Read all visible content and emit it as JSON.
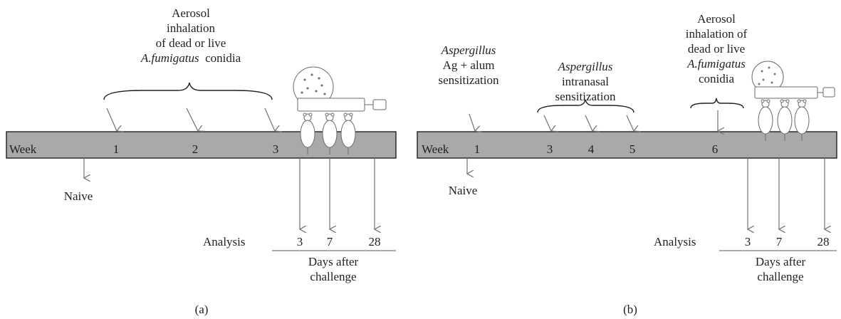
{
  "panel_a": {
    "label": "(a)",
    "timeline_label": "Week",
    "weeks": [
      "1",
      "2",
      "3"
    ],
    "top_note": [
      "Aerosol",
      "inhalation",
      "of dead or live"
    ],
    "top_note_species": "A.fumigatus",
    "top_note_species_suffix": "conidia",
    "naive": "Naive",
    "analysis": "Analysis",
    "days": [
      "3",
      "7",
      "28"
    ],
    "days_caption": [
      "Days after",
      "challenge"
    ]
  },
  "panel_b": {
    "label": "(b)",
    "timeline_label": "Week",
    "weeks": [
      "1",
      "3",
      "4",
      "5",
      "6"
    ],
    "note1_species": "Aspergillus",
    "note1_lines": [
      "Ag + alum",
      "sensitization"
    ],
    "note2_species": "Aspergillus",
    "note2_lines": [
      "intranasal",
      "sensitization"
    ],
    "note3_lines": [
      "Aerosol",
      "inhalation of",
      "dead or live"
    ],
    "note3_species": "A.fumigatus",
    "note3_suffix": "conidia",
    "naive": "Naive",
    "analysis": "Analysis",
    "days": [
      "3",
      "7",
      "28"
    ],
    "days_caption": [
      "Days after",
      "challenge"
    ]
  }
}
